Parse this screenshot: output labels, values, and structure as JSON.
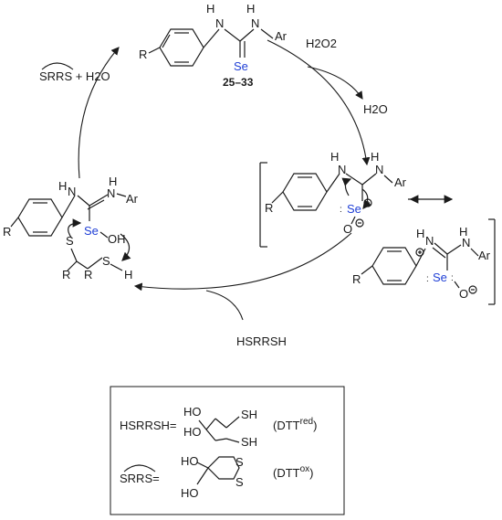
{
  "compound_label": "25–33",
  "labels": {
    "R": "R",
    "H": "H",
    "N": "N",
    "Ar": "Ar",
    "Se": "Se",
    "O": "O",
    "OH": "OH",
    "S": "S",
    "SH": "SH",
    "HO": "HO"
  },
  "cycle": {
    "h2o2": "H2O2",
    "h2o_out": "H2O",
    "srrs_h2o": "SRRS + H2O",
    "hsrrsh": "HSRRSH"
  },
  "legend": {
    "hsrrsh_eq": "HSRRSH=",
    "srrs_eq": "SRRS=",
    "dtt_red_base": "(DTT",
    "dtt_red_sup": "red",
    "dtt_ox_base": "(DTT",
    "dtt_ox_sup": "ox",
    "close": ")"
  },
  "colors": {
    "selenium": "#1f3fd6",
    "ink": "#1a1a1a"
  }
}
